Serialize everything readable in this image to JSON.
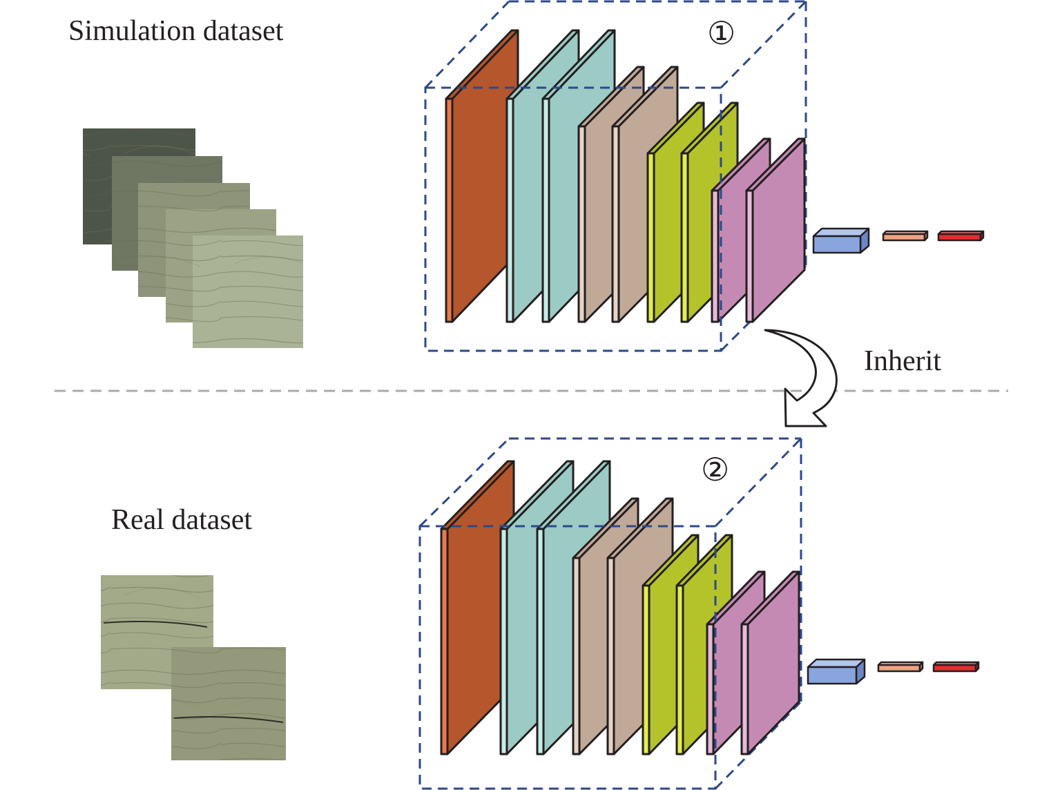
{
  "labels": {
    "simulation_dataset": "Simulation dataset",
    "real_dataset": "Real dataset",
    "inherit": "Inherit"
  },
  "stage_markers": {
    "stage_1": "①",
    "stage_2": "②"
  },
  "colors": {
    "conv_layer_1": "#b5562d",
    "conv_layer_1_edge": "#e87a4a",
    "conv_layer_2": "#9ccbc5",
    "conv_layer_2_edge": "#c7ece8",
    "conv_layer_3": "#c1a998",
    "conv_layer_3_edge": "#e6d3c4",
    "conv_layer_4": "#b4c32a",
    "conv_layer_4_edge": "#e2ee4a",
    "conv_layer_5": "#c58ab3",
    "conv_layer_5_edge": "#e6b9d9",
    "fc_block": "#8aa5dd",
    "fc_orange": "#f0a383",
    "fc_red": "#e52d2d",
    "dashed_box": "#2b4a8a",
    "divider": "#aaaaaa",
    "wood_texture_dark": "#4d5448",
    "wood_texture_light": "#aab395"
  }
}
